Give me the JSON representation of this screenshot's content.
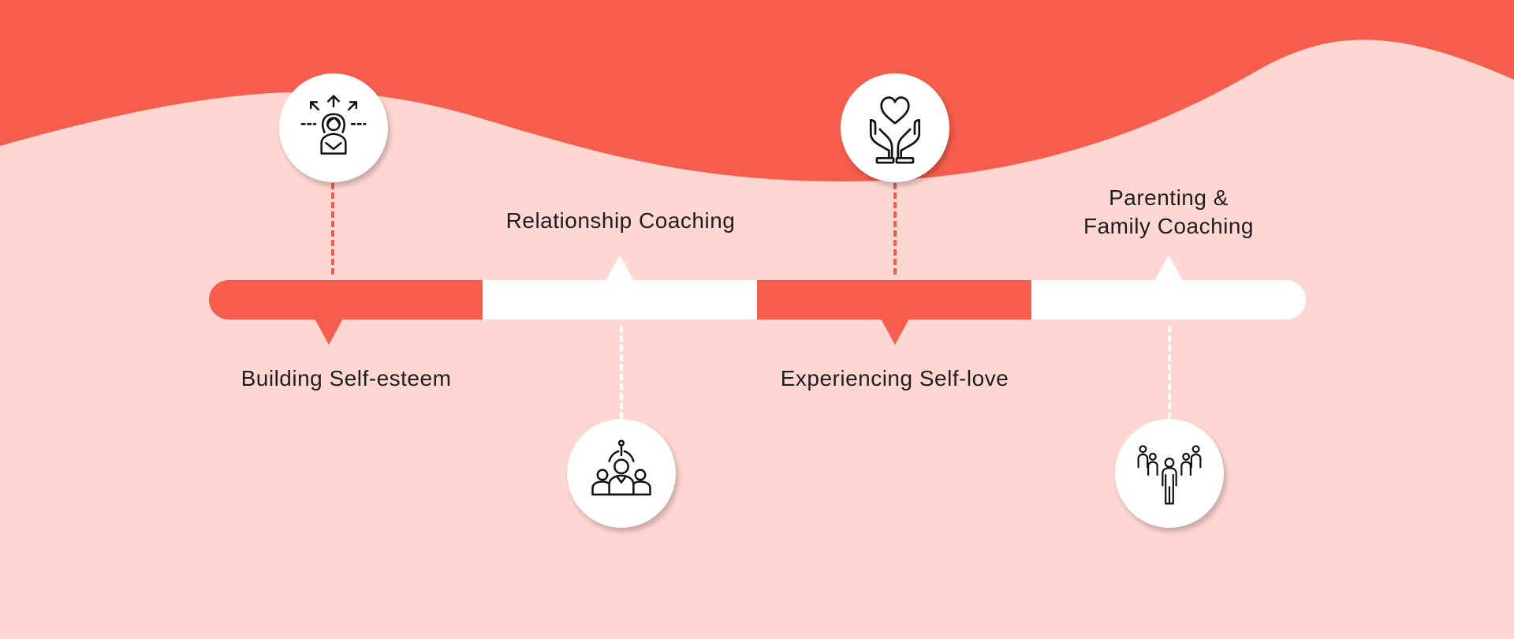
{
  "colors": {
    "accent": "#F65D4C",
    "background": "#FFD7D2",
    "segment_light": "#FFFFFF",
    "text": "#1E1E1E"
  },
  "steps": [
    {
      "label": "Building Self-esteem",
      "icon": "self-esteem-icon",
      "color": "#F65D4C"
    },
    {
      "label": "Relationship Coaching",
      "icon": "group-coaching-icon",
      "color": "#FFFFFF"
    },
    {
      "label": "Experiencing Self-love",
      "icon": "heart-hands-icon",
      "color": "#F65D4C"
    },
    {
      "label_line1": "Parenting &",
      "label_line2": "Family Coaching",
      "icon": "family-icon",
      "color": "#FFFFFF"
    }
  ]
}
